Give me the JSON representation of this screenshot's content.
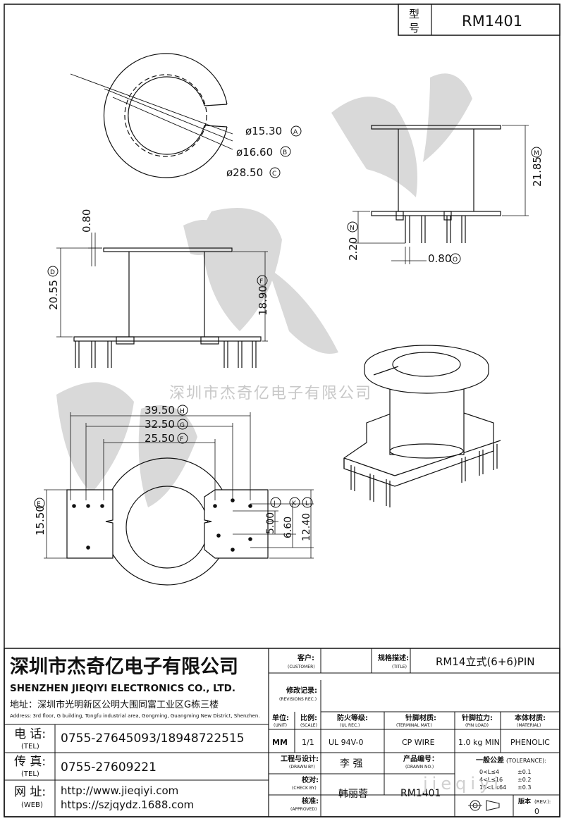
{
  "model_box": {
    "label_1": "型",
    "label_2": "号",
    "value": "RM1401"
  },
  "watermark": "深圳市杰奇亿电子有限公司",
  "watermark_url": "jieqiyi",
  "dims": {
    "a": "ø15.30",
    "a_tag": "A",
    "b": "ø16.60",
    "b_tag": "B",
    "c": "ø28.50",
    "c_tag": "C",
    "d": "20.55",
    "d_tag": "D",
    "e": "0.80",
    "f": "18.90",
    "f_tag": "F",
    "m": "21.85",
    "m_tag": "M",
    "n": "2.20",
    "n_tag": "N",
    "o": "0.80",
    "o_tag": "O",
    "h": "39.50",
    "h_tag": "H",
    "g": "32.50",
    "g_tag": "G",
    "f2": "25.50",
    "f2_tag": "F",
    "e2": "15.50",
    "e2_tag": "E",
    "j": "5.00",
    "j_tag": "J",
    "k": "6.60",
    "k_tag": "K",
    "l": "12.40",
    "l_tag": "L"
  },
  "company": {
    "name_cn": "深圳市杰奇亿电子有限公司",
    "name_en": "SHENZHEN JIEQIYI ELECTRONICS CO., LTD.",
    "address_cn": "地址：深圳市光明新区公明大围同富工业区G栋三楼",
    "address_en": "Address: 3rd floor, G building, Tongfu industrial area, Gongming, Guangming New District, Shenzhen.",
    "tel_label": "电 话:",
    "tel_sub": "(TEL)",
    "tel": "0755-27645093/18948722515",
    "fax_label": "传 真:",
    "fax_sub": "(TEL)",
    "fax": "0755-27609221",
    "web_label": "网 址:",
    "web_sub": "(WEB)",
    "web1": "http://www.jieqiyi.com",
    "web2": "https://szjqydz.1688.com"
  },
  "table": {
    "customer_label": "客户:",
    "customer_sub": "(CUSTOMER)",
    "title_label": "规格描述:",
    "title_sub": "(TITLE)",
    "title_value": "RM14立式(6+6)PIN",
    "rev_label": "修改记录:",
    "rev_sub": "(REVISIONS REC.)",
    "unit_label": "单位:",
    "unit_sub": "(UNIT)",
    "unit_value": "MM",
    "scale_label": "比例:",
    "scale_sub": "(SCALE)",
    "scale_value": "1/1",
    "ul_label": "防火等级:",
    "ul_sub": "(UL REC.)",
    "ul_value": "UL 94V-0",
    "terminal_label": "针脚材质:",
    "terminal_sub": "(TERMINAL MAT.)",
    "terminal_value": "CP WIRE",
    "pinload_label": "针脚拉力:",
    "pinload_sub": "(PIN LOAD)",
    "pinload_value": "1.0 kg MIN",
    "material_label": "本体材质:",
    "material_sub": "(MATERIAL)",
    "material_value": "PHENOLIC",
    "drawn_label": "工程与设计:",
    "drawn_sub": "(DRAWN BY)",
    "drawn_value": "李 强",
    "drawnno_label": "产品编号：",
    "drawnno_sub": "(DRAWN NO.)",
    "drawnno_value": "RM1401",
    "check_label": "校对:",
    "check_sub": "(CHECK BY)",
    "check_value": "韩丽蓉",
    "approved_label": "核准:",
    "approved_sub": "(APPROVED)",
    "tol_label": "一般公差",
    "tol_sub": "(TOLERANCE):",
    "tol_rows": [
      {
        "range": "0<L≤4",
        "value": "±0.1"
      },
      {
        "range": "4<L≤16",
        "value": "±0.2"
      },
      {
        "range": "16<L≤64",
        "value": "±0.3"
      }
    ],
    "rev_ver_label": "版本",
    "rev_ver_sub": "(REV.):",
    "rev_ver_value": "0"
  }
}
